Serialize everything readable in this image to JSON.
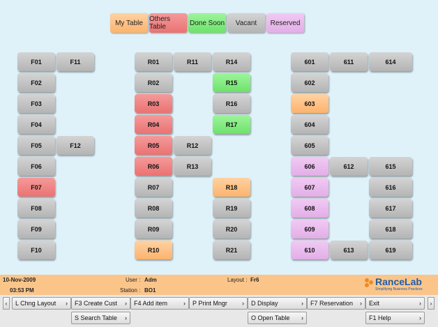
{
  "legend": [
    {
      "label": "My Table",
      "color": "#fcb36d"
    },
    {
      "label": "Others Table",
      "color": "#ea7272"
    },
    {
      "label": "Done Soon",
      "color": "#6ee26b"
    },
    {
      "label": "Vacant",
      "color": "#b4b4b4"
    },
    {
      "label": "Reserved",
      "color": "#e2aee6"
    }
  ],
  "tables": {
    "F01": "F01",
    "F11": "F11",
    "F02": "F02",
    "F03": "F03",
    "F04": "F04",
    "F05": "F05",
    "F12": "F12",
    "F06": "F06",
    "F07": "F07",
    "F08": "F08",
    "F09": "F09",
    "F10": "F10",
    "R01": "R01",
    "R11": "R11",
    "R14": "R14",
    "R02": "R02",
    "R15": "R15",
    "R03": "R03",
    "R16": "R16",
    "R04": "R04",
    "R17": "R17",
    "R05": "R05",
    "R12": "R12",
    "R06": "R06",
    "R13": "R13",
    "R07": "R07",
    "R18": "R18",
    "R08": "R08",
    "R19": "R19",
    "R09": "R09",
    "R20": "R20",
    "R10": "R10",
    "R21": "R21",
    "t601": "601",
    "t611": "611",
    "t614": "614",
    "t602": "602",
    "t603": "603",
    "t604": "604",
    "t605": "605",
    "t606": "606",
    "t612": "612",
    "t615": "615",
    "t607": "607",
    "t616": "616",
    "t608": "608",
    "t617": "617",
    "t609": "609",
    "t618": "618",
    "t610": "610",
    "t613": "613",
    "t619": "619"
  },
  "status": {
    "date": "10-Nov-2009",
    "time": "03:53 PM",
    "user_label": "User :",
    "user": "Adm",
    "station_label": "Station :",
    "station": "BO1",
    "layout_label": "Layout :",
    "layout": "Fr6"
  },
  "logo": {
    "name": "RanceLab",
    "tagline": "Simplifying Business Practices"
  },
  "fkeys": {
    "chng_layout": "L Chng Layout",
    "create_cust": "F3 Create Cust",
    "add_item": "F4 Add item",
    "print_mngr": "P Print Mngr",
    "display": "D Display",
    "reservation": "F7 Reservation",
    "exit": "Exit",
    "search_table": "S Search Table",
    "open_table": "O Open Table",
    "help": "F1 Help"
  }
}
